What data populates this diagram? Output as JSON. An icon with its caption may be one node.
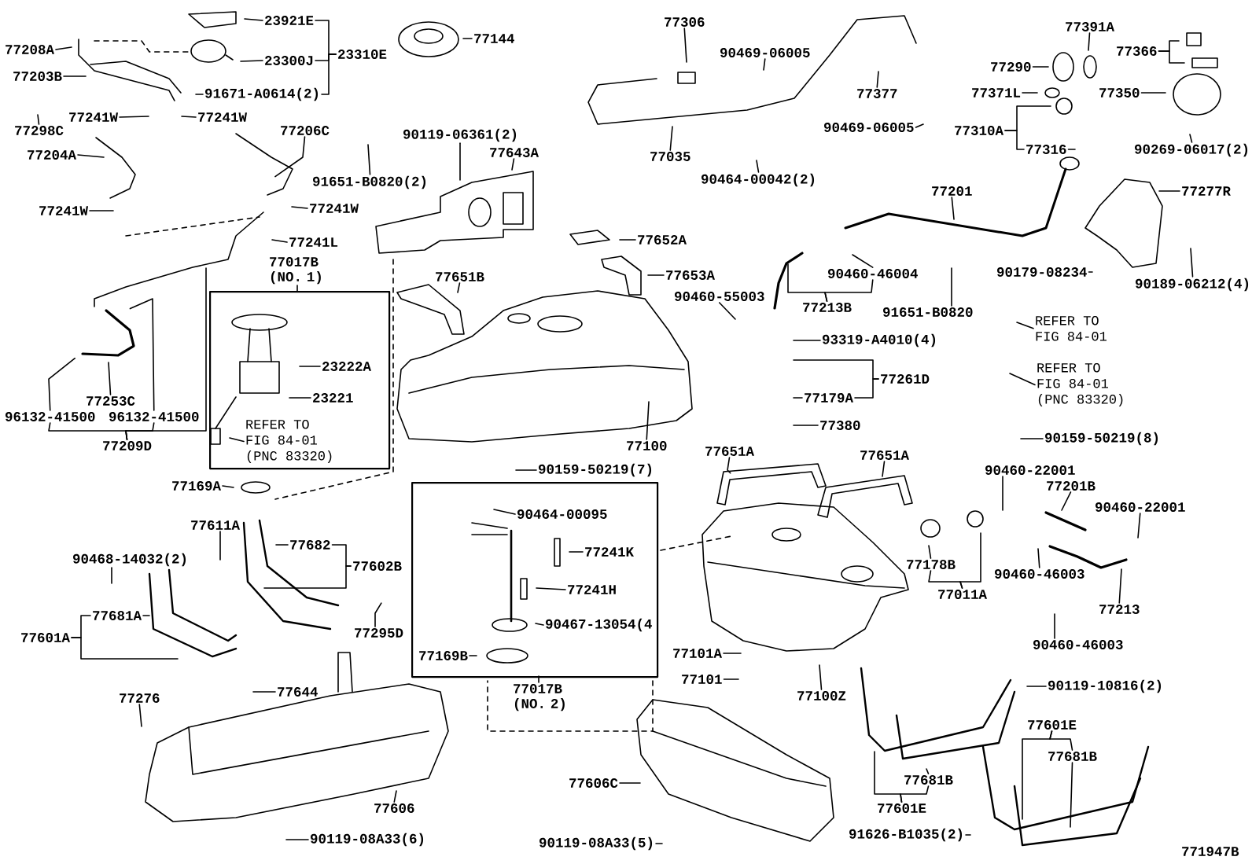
{
  "diagram": {
    "nodes": [
      {
        "text": [
          "77208A"
        ]
      },
      {
        "text": [
          "77203B"
        ]
      },
      {
        "text": [
          "23921E"
        ]
      },
      {
        "text": [
          "23300J"
        ]
      },
      {
        "text": [
          "23310E"
        ]
      },
      {
        "text": [
          "77144"
        ]
      },
      {
        "text": [
          "77306"
        ]
      },
      {
        "text": [
          "90469-06005"
        ]
      },
      {
        "text": [
          "77391A"
        ]
      },
      {
        "text": [
          "77366"
        ]
      },
      {
        "text": [
          "77298C"
        ]
      },
      {
        "text": [
          "77241W"
        ]
      },
      {
        "text": [
          "77241W"
        ]
      },
      {
        "text": [
          "77290"
        ]
      },
      {
        "text": [
          "77371L"
        ]
      },
      {
        "text": [
          "77350"
        ]
      },
      {
        "text": [
          "77377"
        ]
      },
      {
        "text": [
          "90469-06005"
        ]
      },
      {
        "text": [
          "77310A"
        ]
      },
      {
        "text": [
          "77316"
        ]
      },
      {
        "text": [
          "90269-06017(2)"
        ]
      },
      {
        "text": [
          "77206C"
        ]
      },
      {
        "text": [
          "77204A"
        ]
      },
      {
        "text": [
          "91651-B0820(2)"
        ]
      },
      {
        "text": [
          "90119-06361(2)"
        ]
      },
      {
        "text": [
          "77643A"
        ]
      },
      {
        "text": [
          "77035"
        ]
      },
      {
        "text": [
          "90464-00042(2)"
        ]
      },
      {
        "text": [
          "77201"
        ]
      },
      {
        "text": [
          "77277R"
        ]
      },
      {
        "text": [
          "77241W"
        ]
      },
      {
        "text": [
          "77241W"
        ]
      },
      {
        "text": [
          "77241L"
        ]
      },
      {
        "text": [
          "77652A"
        ]
      },
      {
        "text": [
          "77653A"
        ]
      },
      {
        "text": [
          "90179-08234"
        ]
      },
      {
        "text": [
          "90460-46004"
        ]
      },
      {
        "text": [
          "90189-06212(4)"
        ]
      },
      {
        "text": [
          "77651B"
        ]
      },
      {
        "text": [
          "90460-55003"
        ]
      },
      {
        "text": [
          "77213B"
        ]
      },
      {
        "text": [
          "91651-B0820"
        ]
      },
      {
        "text": [
          "77017B (NO. 1)"
        ]
      },
      {
        "text": [
          "23222A"
        ],
        "in": 42
      },
      {
        "text": [
          "23221"
        ],
        "in": 42
      },
      {
        "text": [
          "REFER TO FIG 84-01 (PNC 83320)"
        ],
        "in": 42
      },
      {
        "text": [
          "93319-A4010(4)"
        ]
      },
      {
        "text": [
          "REFER TO FIG 84-01"
        ]
      },
      {
        "text": [
          "77261D"
        ]
      },
      {
        "text": [
          "REFER TO FIG 84-01 (PNC 83320)"
        ]
      },
      {
        "text": [
          "77179A"
        ]
      },
      {
        "text": [
          "77253C"
        ]
      },
      {
        "text": [
          "96132-41500"
        ]
      },
      {
        "text": [
          "96132-41500"
        ]
      },
      {
        "text": [
          "77380"
        ]
      },
      {
        "text": [
          "77209D"
        ]
      },
      {
        "text": [
          "77651A"
        ]
      },
      {
        "text": [
          "77651A"
        ]
      },
      {
        "text": [
          "90159-50219(8)"
        ]
      },
      {
        "text": [
          "90159-50219(7)"
        ]
      },
      {
        "text": [
          "90460-22001"
        ]
      },
      {
        "text": [
          "77201B"
        ]
      },
      {
        "text": [
          "90460-22001"
        ]
      },
      {
        "text": [
          "77017B (NO. 2)"
        ]
      },
      {
        "text": [
          "90464-00095"
        ],
        "in": 63
      },
      {
        "text": [
          "77241K"
        ],
        "in": 63
      },
      {
        "text": [
          "77241H"
        ],
        "in": 63
      },
      {
        "text": [
          "90467-13054(4"
        ],
        "in": 63
      },
      {
        "text": [
          "77169B"
        ],
        "in": 63
      },
      {
        "text": [
          "77178B"
        ]
      },
      {
        "text": [
          "90460-46003"
        ]
      },
      {
        "text": [
          "77011A"
        ]
      },
      {
        "text": [
          "77213"
        ]
      },
      {
        "text": [
          "90460-46003"
        ]
      },
      {
        "text": [
          "77601A"
        ]
      },
      {
        "text": [
          "77611A"
        ]
      },
      {
        "text": [
          "77682"
        ]
      },
      {
        "text": [
          "90468-14032(2)"
        ]
      },
      {
        "text": [
          "77602B"
        ]
      },
      {
        "text": [
          "77681A"
        ]
      },
      {
        "text": [
          "77295D"
        ]
      },
      {
        "text": [
          "77101A"
        ]
      },
      {
        "text": [
          "77169A"
        ]
      },
      {
        "text": [
          "77276"
        ]
      },
      {
        "text": [
          "77644"
        ]
      },
      {
        "text": [
          "77100"
        ]
      },
      {
        "text": [
          "77100Z"
        ]
      },
      {
        "text": [
          "90119-10816(2)"
        ]
      },
      {
        "text": [
          "77101"
        ]
      },
      {
        "text": [
          "77601E"
        ]
      },
      {
        "text": [
          "77681B"
        ]
      },
      {
        "text": [
          "77606C"
        ]
      },
      {
        "text": [
          "77681B"
        ]
      },
      {
        "text": [
          "77601E"
        ]
      },
      {
        "text": [
          "77606"
        ]
      },
      {
        "text": [
          "91626-B1035(2)"
        ]
      },
      {
        "text": [
          "90119-08A33(6)"
        ]
      },
      {
        "text": [
          "90119-08A33(5)"
        ]
      },
      {
        "text": [
          "91671-A0614(2)"
        ]
      }
    ],
    "edges": [
      {
        "from": 0,
        "to": null,
        "arrow": "none"
      },
      {
        "from": 1,
        "to": null,
        "arrow": "none"
      },
      {
        "from": 2,
        "to": null,
        "arrow": "none"
      },
      {
        "from": 3,
        "to": null,
        "arrow": "none"
      },
      {
        "from": 4,
        "to": 2,
        "arrow": "none"
      },
      {
        "from": 4,
        "to": 3,
        "arrow": "none"
      },
      {
        "from": 4,
        "to": 98,
        "arrow": "none"
      },
      {
        "from": 5,
        "to": null,
        "arrow": "none"
      },
      {
        "from": 6,
        "to": null,
        "arrow": "none"
      },
      {
        "from": 7,
        "to": null,
        "arrow": "none"
      },
      {
        "from": 8,
        "to": null,
        "arrow": "none"
      },
      {
        "from": 9,
        "to": null,
        "arrow": "none"
      },
      {
        "from": 9,
        "to": null,
        "arrow": "none"
      },
      {
        "from": 10,
        "to": null,
        "arrow": "none"
      },
      {
        "from": 11,
        "to": null,
        "arrow": "none"
      },
      {
        "from": 12,
        "to": null,
        "arrow": "none"
      },
      {
        "from": 13,
        "to": null,
        "arrow": "none"
      },
      {
        "from": 14,
        "to": null,
        "arrow": "none"
      },
      {
        "from": 15,
        "to": null,
        "arrow": "none"
      },
      {
        "from": 16,
        "to": null,
        "arrow": "none"
      },
      {
        "from": 17,
        "to": null,
        "arrow": "none"
      },
      {
        "from": 18,
        "to": null,
        "arrow": "none"
      },
      {
        "from": 18,
        "to": 19,
        "arrow": "none"
      },
      {
        "from": 19,
        "to": null,
        "arrow": "none"
      },
      {
        "from": 20,
        "to": null,
        "arrow": "none"
      },
      {
        "from": 21,
        "to": null,
        "arrow": "none"
      },
      {
        "from": 22,
        "to": null,
        "arrow": "none"
      },
      {
        "from": 23,
        "to": null,
        "arrow": "none"
      },
      {
        "from": 24,
        "to": null,
        "arrow": "none"
      },
      {
        "from": 25,
        "to": null,
        "arrow": "none"
      },
      {
        "from": 26,
        "to": null,
        "arrow": "none"
      },
      {
        "from": 27,
        "to": null,
        "arrow": "none"
      },
      {
        "from": 28,
        "to": null,
        "arrow": "none"
      },
      {
        "from": 29,
        "to": null,
        "arrow": "none"
      },
      {
        "from": 30,
        "to": null,
        "arrow": "none"
      },
      {
        "from": 31,
        "to": null,
        "arrow": "none"
      },
      {
        "from": 32,
        "to": null,
        "arrow": "none"
      },
      {
        "from": 33,
        "to": null,
        "arrow": "none"
      },
      {
        "from": 34,
        "to": null,
        "arrow": "none"
      },
      {
        "from": 35,
        "to": null,
        "arrow": "none"
      },
      {
        "from": 36,
        "to": null,
        "arrow": "none"
      },
      {
        "from": 37,
        "to": null,
        "arrow": "none"
      },
      {
        "from": 38,
        "to": null,
        "arrow": "none"
      },
      {
        "from": 39,
        "to": null,
        "arrow": "none"
      },
      {
        "from": 40,
        "to": null,
        "arrow": "none"
      },
      {
        "from": 40,
        "to": 36,
        "arrow": "none"
      },
      {
        "from": 41,
        "to": null,
        "arrow": "none"
      },
      {
        "from": 43,
        "to": null,
        "arrow": "none"
      },
      {
        "from": 44,
        "to": null,
        "arrow": "none"
      },
      {
        "from": 45,
        "to": null,
        "arrow": "none"
      },
      {
        "from": 46,
        "to": null,
        "arrow": "none"
      },
      {
        "from": 47,
        "to": null,
        "arrow": "none"
      },
      {
        "from": 48,
        "to": null,
        "arrow": "none"
      },
      {
        "from": 48,
        "to": 50,
        "arrow": "none"
      },
      {
        "from": 49,
        "to": null,
        "arrow": "none"
      },
      {
        "from": 50,
        "to": null,
        "arrow": "none"
      },
      {
        "from": 51,
        "to": null,
        "arrow": "none"
      },
      {
        "from": 52,
        "to": null,
        "arrow": "none"
      },
      {
        "from": 53,
        "to": null,
        "arrow": "none"
      },
      {
        "from": 54,
        "to": null,
        "arrow": "none"
      },
      {
        "from": 55,
        "to": 52,
        "arrow": "none"
      },
      {
        "from": 55,
        "to": 53,
        "arrow": "none"
      },
      {
        "from": 55,
        "to": null,
        "arrow": "none"
      },
      {
        "from": 56,
        "to": null,
        "arrow": "none"
      },
      {
        "from": 57,
        "to": null,
        "arrow": "none"
      },
      {
        "from": 58,
        "to": null,
        "arrow": "none"
      },
      {
        "from": 59,
        "to": null,
        "arrow": "none"
      },
      {
        "from": 60,
        "to": null,
        "arrow": "none"
      },
      {
        "from": 61,
        "to": null,
        "arrow": "none"
      },
      {
        "from": 62,
        "to": null,
        "arrow": "none"
      },
      {
        "from": 64,
        "to": null,
        "arrow": "none"
      },
      {
        "from": 65,
        "to": null,
        "arrow": "none"
      },
      {
        "from": 66,
        "to": null,
        "arrow": "none"
      },
      {
        "from": 67,
        "to": null,
        "arrow": "none"
      },
      {
        "from": 68,
        "to": null,
        "arrow": "none"
      },
      {
        "from": 69,
        "to": null,
        "arrow": "none"
      },
      {
        "from": 70,
        "to": null,
        "arrow": "none"
      },
      {
        "from": 71,
        "to": 69,
        "arrow": "none"
      },
      {
        "from": 71,
        "to": null,
        "arrow": "none"
      },
      {
        "from": 72,
        "to": null,
        "arrow": "none"
      },
      {
        "from": 73,
        "to": null,
        "arrow": "none"
      },
      {
        "from": 74,
        "to": 79,
        "arrow": "none"
      },
      {
        "from": 74,
        "to": null,
        "arrow": "none"
      },
      {
        "from": 75,
        "to": null,
        "arrow": "none"
      },
      {
        "from": 76,
        "to": null,
        "arrow": "none"
      },
      {
        "from": 77,
        "to": null,
        "arrow": "none"
      },
      {
        "from": 78,
        "to": 76,
        "arrow": "none"
      },
      {
        "from": 78,
        "to": null,
        "arrow": "none"
      },
      {
        "from": 79,
        "to": null,
        "arrow": "none"
      },
      {
        "from": 80,
        "to": null,
        "arrow": "none"
      },
      {
        "from": 81,
        "to": null,
        "arrow": "none"
      },
      {
        "from": 82,
        "to": null,
        "arrow": "none"
      },
      {
        "from": 83,
        "to": null,
        "arrow": "none"
      },
      {
        "from": 84,
        "to": null,
        "arrow": "none"
      },
      {
        "from": 85,
        "to": null,
        "arrow": "none"
      },
      {
        "from": 86,
        "to": null,
        "arrow": "none"
      },
      {
        "from": 87,
        "to": null,
        "arrow": "none"
      },
      {
        "from": 88,
        "to": null,
        "arrow": "none"
      },
      {
        "from": 89,
        "to": null,
        "arrow": "none"
      },
      {
        "from": 89,
        "to": 90,
        "arrow": "none"
      },
      {
        "from": 90,
        "to": null,
        "arrow": "none"
      },
      {
        "from": 91,
        "to": null,
        "arrow": "none"
      },
      {
        "from": 92,
        "to": null,
        "arrow": "none"
      },
      {
        "from": 93,
        "to": null,
        "arrow": "none"
      },
      {
        "from": 93,
        "to": 92,
        "arrow": "none"
      },
      {
        "from": 94,
        "to": null,
        "arrow": "none"
      },
      {
        "from": 95,
        "to": null,
        "arrow": "none"
      },
      {
        "from": 96,
        "to": null,
        "arrow": "none"
      },
      {
        "from": 97,
        "to": null,
        "arrow": "none"
      },
      {
        "from": 98,
        "to": null,
        "arrow": "none"
      }
    ],
    "labels": [
      "771947B"
    ]
  }
}
